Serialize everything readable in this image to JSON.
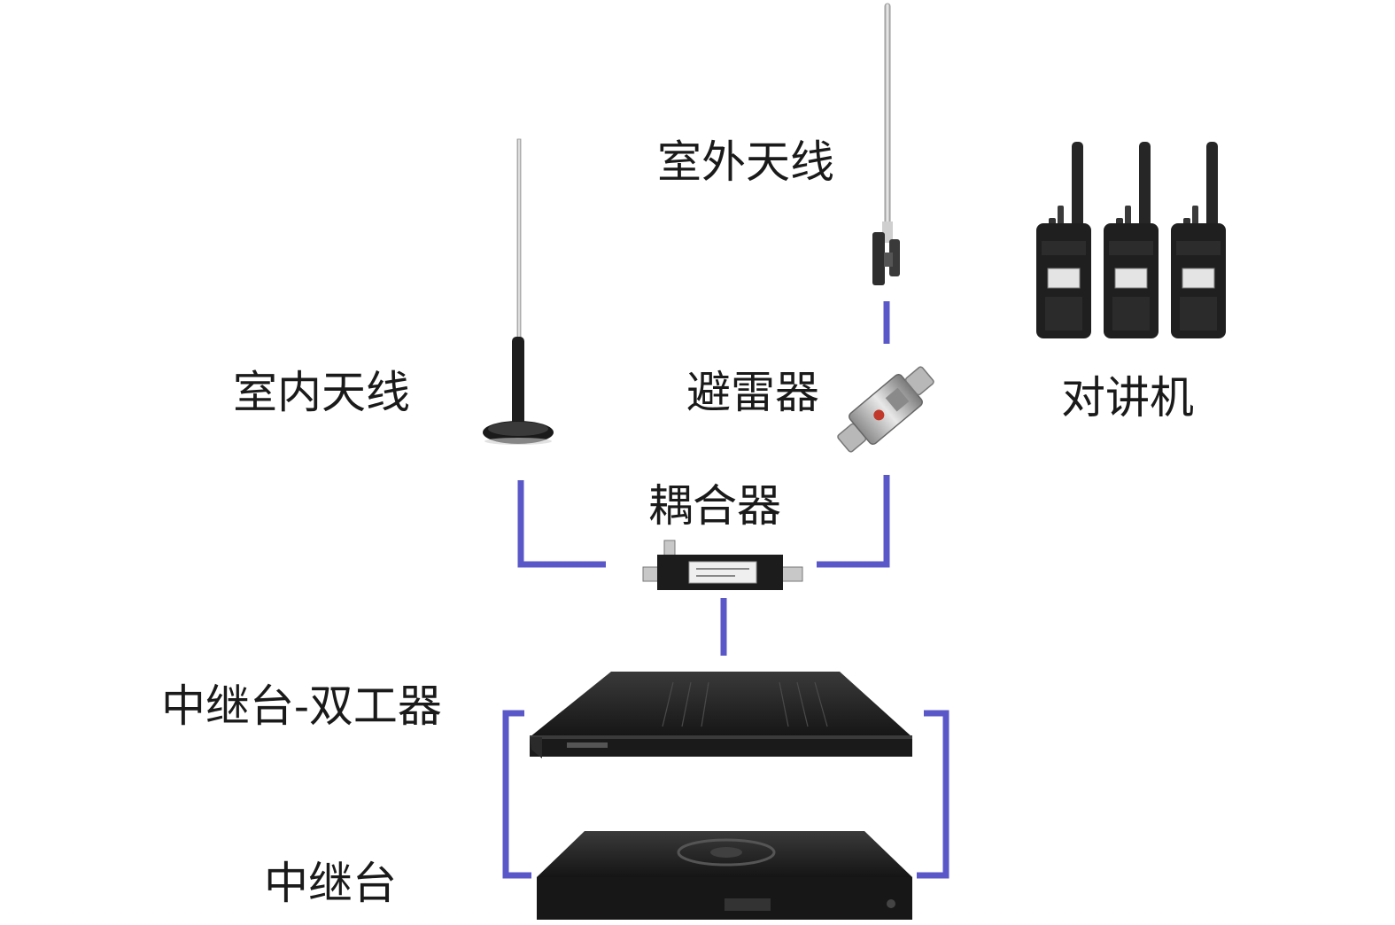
{
  "labels": {
    "outdoor_antenna": "室外天线",
    "indoor_antenna": "室内天线",
    "lightning_arrester": "避雷器",
    "radios": "对讲机",
    "coupler": "耦合器",
    "repeater_duplexer": "中继台-双工器",
    "repeater": "中继台"
  },
  "colors": {
    "cable": "#5a58c8",
    "device": "#1f1f1f",
    "text": "#1a1a1a",
    "background": "#ffffff"
  },
  "icons": {
    "outdoor_antenna": "fiberglass-antenna-icon",
    "indoor_antenna": "magnetic-whip-antenna-icon",
    "lightning_arrester": "surge-arrester-icon",
    "radio": "handheld-radio-icon",
    "coupler": "rf-coupler-icon",
    "duplexer": "rack-duplexer-icon",
    "repeater": "repeater-unit-icon"
  }
}
